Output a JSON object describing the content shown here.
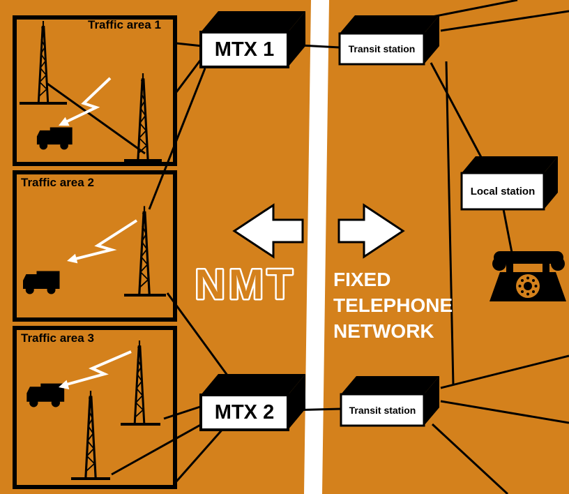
{
  "colors": {
    "background": "#D4811C",
    "line": "#000000",
    "divider": "#FFFFFF"
  },
  "traffic_areas": [
    {
      "label": "Traffic area 1"
    },
    {
      "label": "Traffic area 2"
    },
    {
      "label": "Traffic area 3"
    }
  ],
  "nmt_side": {
    "mtx1_label": "MTX 1",
    "mtx2_label": "MTX 2",
    "title": "NMT"
  },
  "fixed_side": {
    "transit_top_label": "Transit station",
    "transit_bottom_label": "Transit station",
    "local_station_label": "Local station",
    "title": "FIXED\nTELEPHONE\nNETWORK"
  },
  "icons": {
    "radio_tower": "lattice-mast",
    "mobile_unit": "truck-silhouette",
    "radio_link": "white-zigzag-arrow",
    "telephone": "rotary-phone",
    "left_block_arrow": "toward-nmt",
    "right_block_arrow": "toward-fixed-network"
  }
}
